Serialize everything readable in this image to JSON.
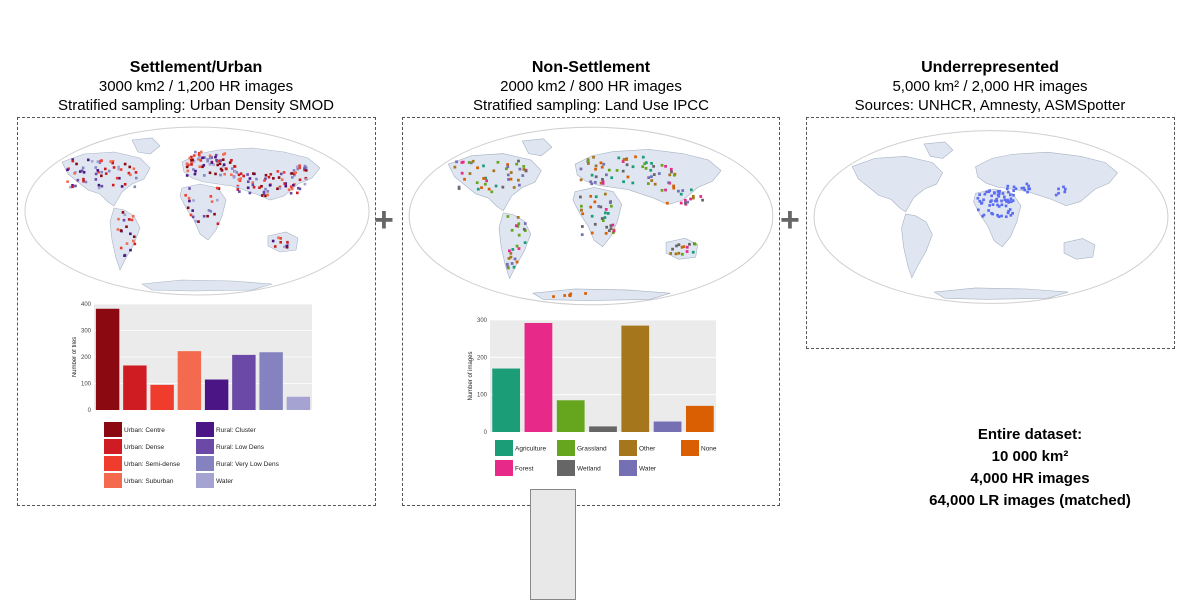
{
  "sections": [
    {
      "title": "Settlement/Urban",
      "line1": "3000 km2 / 1,200 HR images",
      "line2": "Stratified sampling: Urban Density SMOD"
    },
    {
      "title": "Non-Settlement",
      "line1": "2000 km2 / 800 HR images",
      "line2": "Stratified sampling: Land Use IPCC"
    },
    {
      "title": "Underrepresented",
      "line1": "5,000 km² / 2,000 HR images",
      "line2": "Sources: UNHCR, Amnesty, ASMSpotter"
    }
  ],
  "plus_symbol": "+",
  "summary": {
    "title": "Entire dataset:",
    "line1": "10 000 km²",
    "line2": "4,000 HR  images",
    "line3": "64,000 LR images (matched)"
  },
  "colors": {
    "land": "#dfe6f2",
    "ocean": "#ffffff",
    "plot_bg": "#ebebeb",
    "underrep_points": "#5b6cf0"
  },
  "chart_data": [
    {
      "type": "bar",
      "ylabel": "Number of tiles",
      "ylim": [
        0,
        400
      ],
      "yticks": [
        0,
        100,
        200,
        300,
        400
      ],
      "grid": true,
      "legend_position": "bottom",
      "categories": [
        "Urban: Centre",
        "Urban: Dense",
        "Urban: Semi-dense",
        "Urban: Suburban",
        "Rural: Cluster",
        "Rural: Low Dens",
        "Rural: Very Low Dens",
        "Water"
      ],
      "values": [
        382,
        168,
        95,
        222,
        115,
        208,
        218,
        50
      ],
      "colors": [
        "#8b0a12",
        "#cf1b22",
        "#ef3c2d",
        "#f46a4e",
        "#4b1585",
        "#6a4aa6",
        "#8483c0",
        "#a5a3d1"
      ]
    },
    {
      "type": "bar",
      "ylabel": "Number of images",
      "ylim": [
        0,
        300
      ],
      "yticks": [
        0,
        100,
        200,
        300
      ],
      "grid": true,
      "legend_position": "bottom",
      "categories": [
        "Agriculture",
        "Forest",
        "Grassland",
        "Wetland",
        "Other",
        "Water",
        "None"
      ],
      "values": [
        170,
        292,
        85,
        15,
        285,
        28,
        70
      ],
      "colors": [
        "#1b9e77",
        "#e7298a",
        "#66a61e",
        "#666666",
        "#a6761d",
        "#7570b3",
        "#d95f02"
      ]
    }
  ]
}
